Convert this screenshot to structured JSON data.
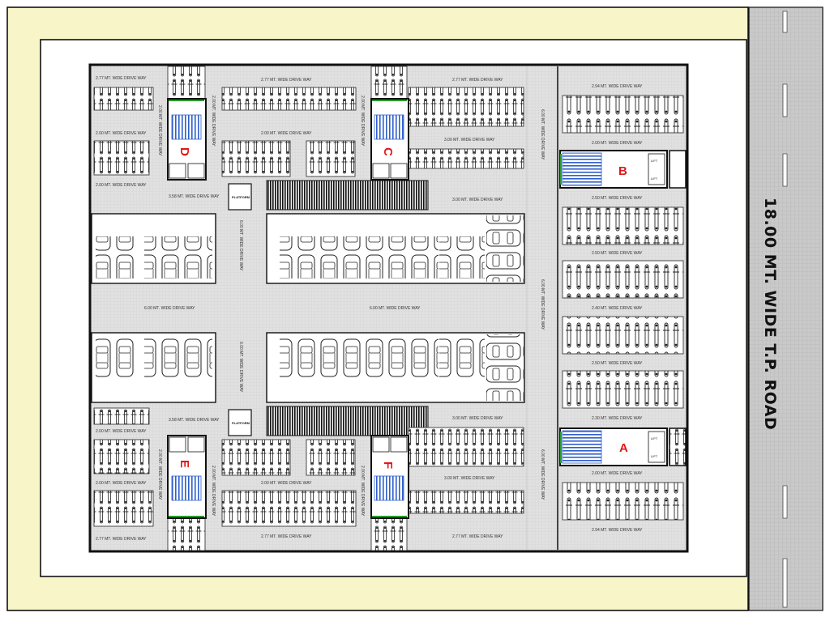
{
  "road": {
    "label": "18.00 MT. WIDE T.P. ROAD"
  },
  "colors": {
    "plot_fill": "#f8f5c9",
    "drive_fill": "#e1e1e1",
    "road_fill": "#c9c9c9",
    "accent_red": "#e01818",
    "stair_blue": "#2e5fcc",
    "stair_green": "#2a9a2a"
  },
  "cores": {
    "a": "A",
    "b": "B",
    "c": "C",
    "d": "D",
    "e": "E",
    "f": "F"
  },
  "platform_label": "PLATFORM",
  "lift_label": "LIFT",
  "driveways": {
    "w277": "2.77 MT. WIDE DRIVE WAY",
    "w294": "2.94 MT. WIDE DRIVE WAY",
    "w200": "2.00 MT. WIDE DRIVE WAY",
    "w250": "2.50 MT. WIDE DRIVE WAY",
    "w240": "2.40 MT. WIDE DRIVE WAY",
    "w300": "3.00 MT. WIDE DRIVE WAY",
    "w358": "3.58 MT. WIDE DRIVE WAY",
    "w600": "6.00 MT. WIDE DRIVE WAY",
    "w230": "2.30 MT. WIDE DRIVE WAY"
  }
}
